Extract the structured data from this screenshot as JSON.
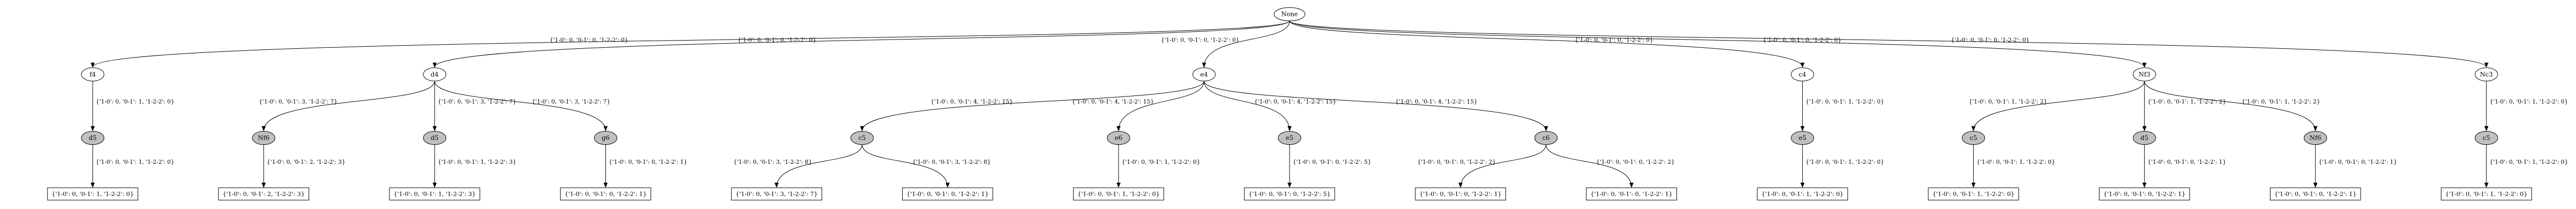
{
  "tree": {
    "root": {
      "label": "None",
      "children": [
        {
          "edge": "{'1-0': 0, '0-1': 0, '1-2-2': 0}",
          "label": "f4",
          "children": [
            {
              "edge": "{'1-0': 0, '0-1': 1, '1-2-2': 0}",
              "label": "d5",
              "filled": true,
              "children": [
                {
                  "edge": "{'1-0': 0, '0-1': 1, '1-2-2': 0}",
                  "label": "{'1-0': 0, '0-1': 1, '1-2-2': 0}",
                  "leaf": true
                }
              ]
            }
          ]
        },
        {
          "edge": "{'1-0': 0, '0-1': 0, '1-2-2': 0}",
          "label": "d4",
          "children": [
            {
              "edge": "{'1-0': 0, '0-1': 3, '1-2-2': 7}",
              "label": "Nf6",
              "filled": true,
              "children": [
                {
                  "edge": "{'1-0': 0, '0-1': 2, '1-2-2': 3}",
                  "label": "{'1-0': 0, '0-1': 2, '1-2-2': 3}",
                  "leaf": true
                }
              ]
            },
            {
              "edge": "{'1-0': 0, '0-1': 3, '1-2-2': 7}",
              "label": "d5",
              "filled": true,
              "children": [
                {
                  "edge": "{'1-0': 0, '0-1': 1, '1-2-2': 3}",
                  "label": "{'1-0': 0, '0-1': 1, '1-2-2': 3}",
                  "leaf": true
                }
              ]
            },
            {
              "edge": "{'1-0': 0, '0-1': 3, '1-2-2': 7}",
              "label": "g6",
              "filled": true,
              "children": [
                {
                  "edge": "{'1-0': 0, '0-1': 0, '1-2-2': 1}",
                  "label": "{'1-0': 0, '0-1': 0, '1-2-2': 1}",
                  "leaf": true
                }
              ]
            }
          ]
        },
        {
          "edge": "{'1-0': 0, '0-1': 0, '1-2-2': 0}",
          "label": "e4",
          "children": [
            {
              "edge": "{'1-0': 0, '0-1': 4, '1-2-2': 15}",
              "label": "c5",
              "filled": true,
              "children": [
                {
                  "edge": "{'1-0': 0, '0-1': 3, '1-2-2': 8}",
                  "label": "{'1-0': 0, '0-1': 3, '1-2-2': 7}",
                  "leaf": true
                },
                {
                  "edge": "{'1-0': 0, '0-1': 3, '1-2-2': 8}",
                  "label": "{'1-0': 0, '0-1': 0, '1-2-2': 1}",
                  "leaf": true
                }
              ]
            },
            {
              "edge": "{'1-0': 0, '0-1': 4, '1-2-2': 15}",
              "label": "e6",
              "filled": true,
              "children": [
                {
                  "edge": "{'1-0': 0, '0-1': 1, '1-2-2': 0}",
                  "label": "{'1-0': 0, '0-1': 1, '1-2-2': 0}",
                  "leaf": true
                }
              ]
            },
            {
              "edge": "{'1-0': 0, '0-1': 4, '1-2-2': 15}",
              "label": "e5",
              "filled": true,
              "children": [
                {
                  "edge": "{'1-0': 0, '0-1': 0, '1-2-2': 5}",
                  "label": "{'1-0': 0, '0-1': 0, '1-2-2': 5}",
                  "leaf": true
                }
              ]
            },
            {
              "edge": "{'1-0': 0, '0-1': 4, '1-2-2': 15}",
              "label": "c6",
              "filled": true,
              "children": [
                {
                  "edge": "{'1-0': 0, '0-1': 0, '1-2-2': 2}",
                  "label": "{'1-0': 0, '0-1': 0, '1-2-2': 1}",
                  "leaf": true
                },
                {
                  "edge": "{'1-0': 0, '0-1': 0, '1-2-2': 2}",
                  "label": "{'1-0': 0, '0-1': 0, '1-2-2': 1}",
                  "leaf": true
                }
              ]
            }
          ]
        },
        {
          "edge": "{'1-0': 0, '0-1': 0, '1-2-2': 0}",
          "label": "c4",
          "children": [
            {
              "edge": "{'1-0': 0, '0-1': 1, '1-2-2': 0}",
              "label": "e5",
              "filled": true,
              "children": [
                {
                  "edge": "{'1-0': 0, '0-1': 1, '1-2-2': 0}",
                  "label": "{'1-0': 0, '0-1': 1, '1-2-2': 0}",
                  "leaf": true
                }
              ]
            }
          ]
        },
        {
          "edge": "{'1-0': 0, '0-1': 0, '1-2-2': 0}",
          "label": "Nf3",
          "children": [
            {
              "edge": "{'1-0': 0, '0-1': 1, '1-2-2': 2}",
              "label": "c5",
              "filled": true,
              "children": [
                {
                  "edge": "{'1-0': 0, '0-1': 1, '1-2-2': 0}",
                  "label": "{'1-0': 0, '0-1': 1, '1-2-2': 0}",
                  "leaf": true
                }
              ]
            },
            {
              "edge": "{'1-0': 0, '0-1': 1, '1-2-2': 2}",
              "label": "d5",
              "filled": true,
              "children": [
                {
                  "edge": "{'1-0': 0, '0-1': 0, '1-2-2': 1}",
                  "label": "{'1-0': 0, '0-1': 0, '1-2-2': 1}",
                  "leaf": true
                }
              ]
            },
            {
              "edge": "{'1-0': 0, '0-1': 1, '1-2-2': 2}",
              "label": "Nf6",
              "filled": true,
              "children": [
                {
                  "edge": "{'1-0': 0, '0-1': 0, '1-2-2': 1}",
                  "label": "{'1-0': 0, '0-1': 0, '1-2-2': 1}",
                  "leaf": true
                }
              ]
            }
          ]
        },
        {
          "edge": "{'1-0': 0, '0-1': 0, '1-2-2': 0}",
          "label": "Nc3",
          "children": [
            {
              "edge": "{'1-0': 0, '0-1': 1, '1-2-2': 0}",
              "label": "c5",
              "filled": true,
              "children": [
                {
                  "edge": "{'1-0': 0, '0-1': 1, '1-2-2': 0}",
                  "label": "{'1-0': 0, '0-1': 1, '1-2-2': 0}",
                  "leaf": true
                }
              ]
            }
          ]
        }
      ]
    }
  },
  "colors": {
    "background": "#ffffff",
    "stroke": "#000000",
    "filled_node": "#c0c0c0",
    "text": "#000000"
  }
}
